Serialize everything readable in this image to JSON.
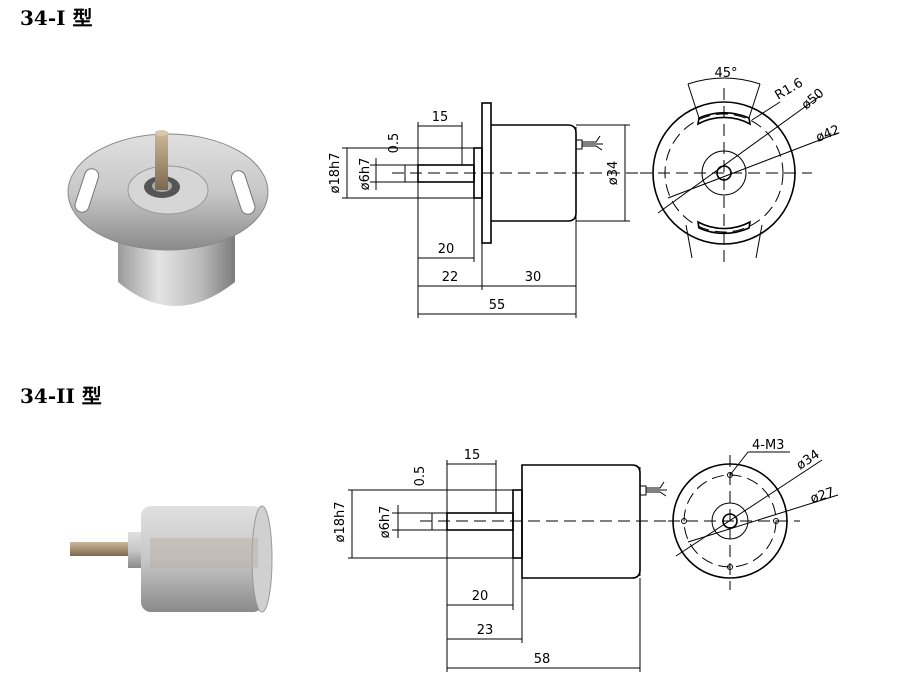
{
  "sections": [
    {
      "title": "34-I 型",
      "side_view": {
        "dims": {
          "d1": "0.5",
          "d2": "15",
          "d3": "ø18h7",
          "d4": "ø6h7",
          "d5": "ø34",
          "d6": "20",
          "d7": "22",
          "d8": "30",
          "d9": "55"
        }
      },
      "front_view": {
        "dims": {
          "angle": "45°",
          "radius": "R1.6",
          "outer": "ø50",
          "bolt": "ø42"
        }
      }
    },
    {
      "title": "34-II 型",
      "side_view": {
        "dims": {
          "d1": "0.5",
          "d2": "15",
          "d3": "ø18h7",
          "d4": "ø6h7",
          "d6": "20",
          "d7": "23",
          "d9": "58"
        }
      },
      "front_view": {
        "dims": {
          "holes": "4-M3",
          "outer": "ø34",
          "bolt": "ø27"
        }
      }
    }
  ]
}
